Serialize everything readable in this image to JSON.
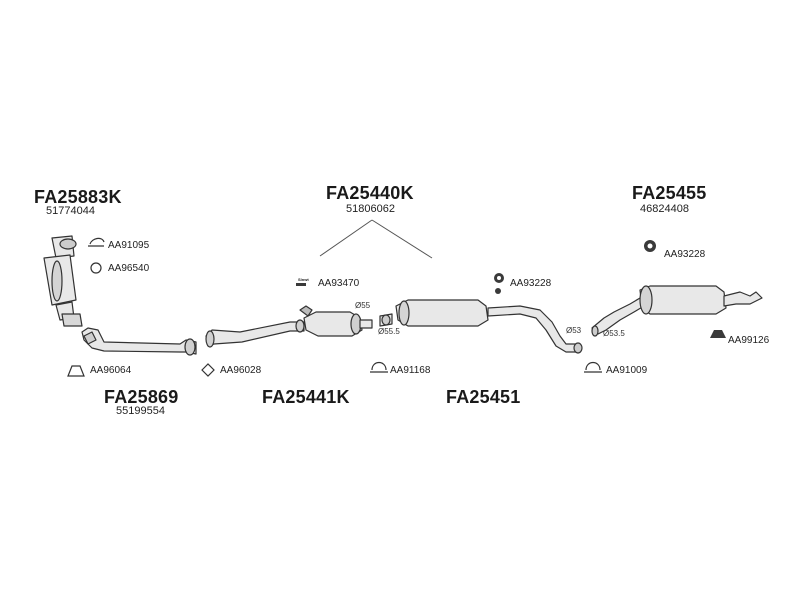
{
  "assemblies": {
    "fa25883k": {
      "code": "FA25883K",
      "ref": "51774044"
    },
    "fa25440k": {
      "code": "FA25440K",
      "ref": "51806062"
    },
    "fa25455": {
      "code": "FA25455",
      "ref": "46824408"
    },
    "fa25869": {
      "code": "FA25869",
      "ref": "55199554"
    },
    "fa25441k": {
      "code": "FA25441K"
    },
    "fa25451": {
      "code": "FA25451"
    }
  },
  "parts": {
    "aa91095": "AA91095",
    "aa96540": "AA96540",
    "aa96064": "AA96064",
    "aa96028": "AA96028",
    "aa93470": "AA93470",
    "aa93228_mid": "AA93228",
    "aa93228_right": "AA93228",
    "aa91168": "AA91168",
    "aa91009": "AA91009",
    "aa99126": "AA99126"
  },
  "diameters": {
    "d55": "Ø55",
    "d55_5": "Ø55.5",
    "d53": "Ø53",
    "d53_5": "Ø53.5"
  },
  "tag": "Slnwt",
  "colors": {
    "line": "#333333",
    "fill": "#e6e6e6",
    "dark": "#3a3a3a"
  }
}
